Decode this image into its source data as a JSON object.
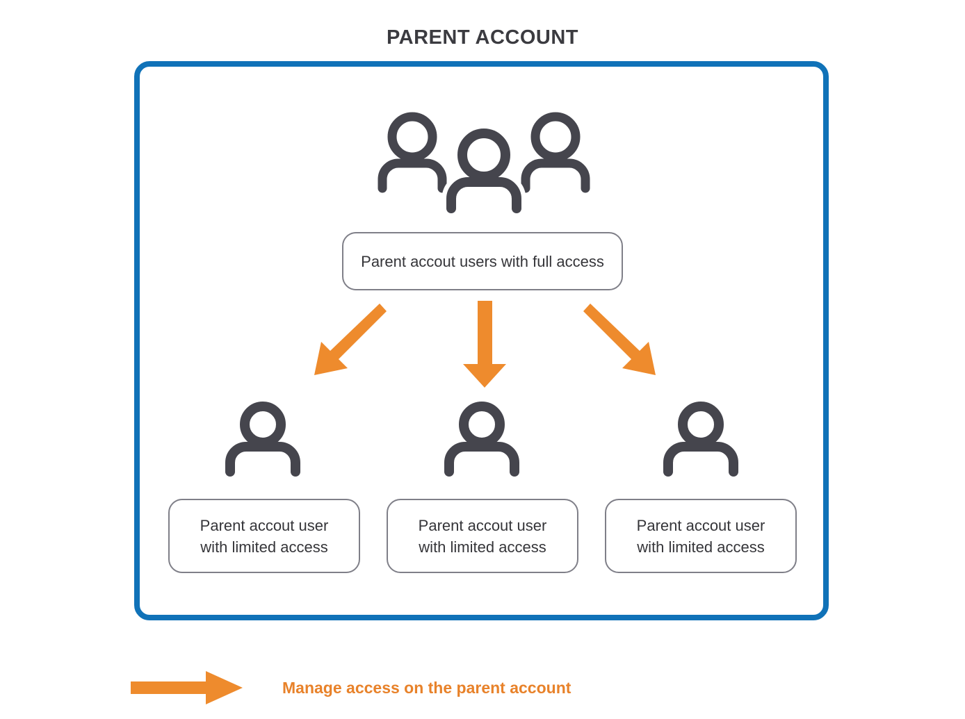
{
  "diagram": {
    "title": "PARENT ACCOUNT",
    "colors": {
      "container_border": "#1072b8",
      "arrow": "#ee8b2d",
      "icon": "#45454d",
      "box_border": "#7f7f88",
      "title_text": "#3b3b40",
      "body_text": "#353539",
      "legend_text": "#e8822a",
      "background": "#ffffff"
    },
    "top_node": {
      "icon": "group-of-three-users-icon",
      "label": "Parent accout users with full access"
    },
    "child_nodes": [
      {
        "icon": "single-user-icon",
        "label_line_1": "Parent accout user",
        "label_line_2": "with limited access"
      },
      {
        "icon": "single-user-icon",
        "label_line_1": "Parent accout user",
        "label_line_2": "with limited access"
      },
      {
        "icon": "single-user-icon",
        "label_line_1": "Parent accout user",
        "label_line_2": "with limited access"
      }
    ],
    "connectors": [
      {
        "name": "arrow-down-left",
        "direction": "diagonal-down-left"
      },
      {
        "name": "arrow-down",
        "direction": "down"
      },
      {
        "name": "arrow-down-right",
        "direction": "diagonal-down-right"
      }
    ],
    "legend": {
      "icon": "right-arrow-icon",
      "label": "Manage access on the parent account"
    }
  }
}
